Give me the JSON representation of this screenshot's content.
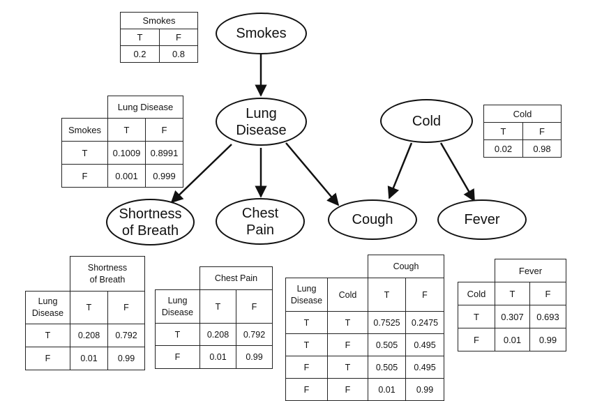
{
  "nodes": {
    "smokes": "Smokes",
    "lung_disease_l1": "Lung",
    "lung_disease_l2": "Disease",
    "cold": "Cold",
    "shortness_l1": "Shortness",
    "shortness_l2": "of Breath",
    "chest_pain_l1": "Chest",
    "chest_pain_l2": "Pain",
    "cough": "Cough",
    "fever": "Fever"
  },
  "tables": {
    "smokes": {
      "title": "Smokes",
      "headers": [
        "T",
        "F"
      ],
      "values": [
        "0.2",
        "0.8"
      ]
    },
    "cold": {
      "title": "Cold",
      "headers": [
        "T",
        "F"
      ],
      "values": [
        "0.02",
        "0.98"
      ]
    },
    "lung_disease": {
      "title": "Lung Disease",
      "parent": "Smokes",
      "headers": [
        "T",
        "F"
      ],
      "rows": [
        {
          "cond": "T",
          "t": "0.1009",
          "f": "0.8991"
        },
        {
          "cond": "F",
          "t": "0.001",
          "f": "0.999"
        }
      ]
    },
    "shortness": {
      "title_l1": "Shortness",
      "title_l2": "of Breath",
      "parent_l1": "Lung",
      "parent_l2": "Disease",
      "headers": [
        "T",
        "F"
      ],
      "rows": [
        {
          "cond": "T",
          "t": "0.208",
          "f": "0.792"
        },
        {
          "cond": "F",
          "t": "0.01",
          "f": "0.99"
        }
      ]
    },
    "chest_pain": {
      "title": "Chest Pain",
      "parent_l1": "Lung",
      "parent_l2": "Disease",
      "headers": [
        "T",
        "F"
      ],
      "rows": [
        {
          "cond": "T",
          "t": "0.208",
          "f": "0.792"
        },
        {
          "cond": "F",
          "t": "0.01",
          "f": "0.99"
        }
      ]
    },
    "cough": {
      "title": "Cough",
      "parent1_l1": "Lung",
      "parent1_l2": "Disease",
      "parent2": "Cold",
      "headers": [
        "T",
        "F"
      ],
      "rows": [
        {
          "c1": "T",
          "c2": "T",
          "t": "0.7525",
          "f": "0.2475"
        },
        {
          "c1": "T",
          "c2": "F",
          "t": "0.505",
          "f": "0.495"
        },
        {
          "c1": "F",
          "c2": "T",
          "t": "0.505",
          "f": "0.495"
        },
        {
          "c1": "F",
          "c2": "F",
          "t": "0.01",
          "f": "0.99"
        }
      ]
    },
    "fever": {
      "title": "Fever",
      "parent": "Cold",
      "headers": [
        "T",
        "F"
      ],
      "rows": [
        {
          "cond": "T",
          "t": "0.307",
          "f": "0.693"
        },
        {
          "cond": "F",
          "t": "0.01",
          "f": "0.99"
        }
      ]
    }
  }
}
